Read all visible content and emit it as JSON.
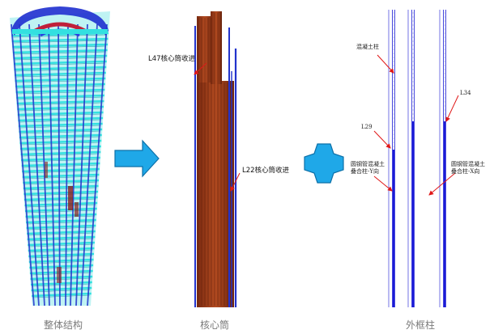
{
  "panels": {
    "overall": {
      "caption": "整体结构"
    },
    "core": {
      "caption": "核心筒",
      "annotations": {
        "upper": "L47核心筒收进",
        "lower": "L22核心筒收进"
      }
    },
    "frame": {
      "caption": "外框柱",
      "annotations": {
        "concrete_column": "混凝土柱",
        "l34": "L34",
        "l29": "L29",
        "steel_y_line1": "圆钢管混凝土",
        "steel_y_line2": "叠合柱-Y向",
        "steel_x_line1": "圆钢管混凝土",
        "steel_x_line2": "叠合柱-X向"
      }
    }
  },
  "colors": {
    "tower_floor": "#33e0e0",
    "tower_column": "#2233cc",
    "core_wall": "#a0401a",
    "frame_column": "#1a1ad6",
    "arrow_fill": "#1fa8e8",
    "annotation_arrow": "#e01818",
    "caption": "#7a7a7a"
  },
  "icons": {
    "flow_arrow": "right-arrow-icon",
    "combine": "cross-plus-icon"
  }
}
